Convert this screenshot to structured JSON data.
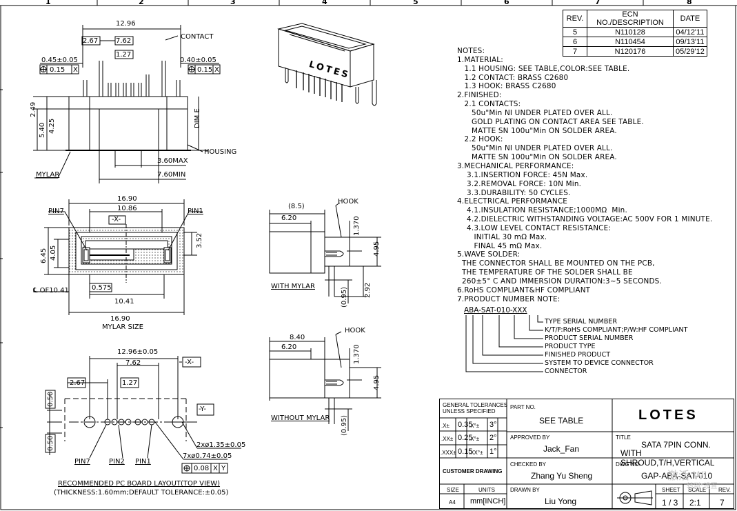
{
  "grid": {
    "columns": [
      "1",
      "2",
      "3",
      "4",
      "5",
      "6",
      "7",
      "8"
    ]
  },
  "revisions": {
    "headers": [
      "REV.",
      "ECN NO./DESCRIPTION",
      "DATE"
    ],
    "rows": [
      {
        "rev": "5",
        "ecn": "N110128",
        "date": "04/12'11"
      },
      {
        "rev": "6",
        "ecn": "N110454",
        "date": "09/13'11"
      },
      {
        "rev": "7",
        "ecn": "N120176",
        "date": "05/29'12"
      }
    ]
  },
  "notes": [
    "NOTES:",
    "1.MATERIAL:",
    "   1.1 HOUSING: SEE TABLE,COLOR:SEE TABLE.",
    "   1.2 CONTACT: BRASS C2680",
    "   1.3 HOOK: BRASS C2680",
    "2.FINISHED:",
    "   2.1 CONTACTS:",
    "      50u\"Min NI UNDER PLATED OVER ALL.",
    "      GOLD PLATING ON CONTACT AREA SEE TABLE.",
    "      MATTE SN 100u\"Min ON SOLDER AREA.",
    "   2.2 HOOK:",
    "      50u\"Min NI UNDER PLATED OVER ALL.",
    "      MATTE SN 100u\"Min ON SOLDER AREA.",
    "3.MECHANICAL PERFORMANCE:",
    "    3.1.INSERTION FORCE: 45N Max.",
    "    3.2.REMOVAL FORCE: 10N Min.",
    "    3.3.DURABILITY: 50 CYCLES.",
    "4.ELECTRICAL PERFORMANCE",
    "    4.1.INSULATION RESISTANCE;1000MΩ  Min.",
    "    4.2.DIELECTRIC WITHSTANDING VOLTAGE:AC 500V FOR 1 MINUTE.",
    "    4.3.LOW LEVEL CONTACT RESISTANCE:",
    "       INITIAL 30 mΩ Max.",
    "       FINAL 45 mΩ Max.",
    "5.WAVE SOLDER:",
    "  THE CONNECTOR SHALL BE MOUNTED ON THE PCB,",
    "  THE TEMPERATURE OF THE SOLDER SHALL BE",
    "  260±5° C AND IMMERSION DURATION:3~5 SECONDS.",
    "6.RoHS COMPLIANT&HF COMPLIANT",
    "7.PRODUCT NUMBER NOTE:"
  ],
  "product_number": {
    "code": "ABA-SAT-010-XXX",
    "legend": [
      "TYPE SERIAL NUMBER",
      "K/T/F:RoHS COMPLIANT;P/W:HF COMPLIANT",
      "PRODUCT SERIAL NUMBER",
      "PRODUCT TYPE",
      "FINISHED PRODUCT",
      "SYSTEM TO DEVICE CONNECTOR",
      "CONNECTOR"
    ]
  },
  "front_view": {
    "dims": [
      "12.96",
      "2.67",
      "7.62",
      "1.27",
      "0.45±0.05",
      "0.40±0.05",
      "0.15",
      "X",
      "0.15",
      "X",
      "2.49",
      "5.40",
      "4.25",
      "3.60MAX",
      "7.60MIN",
      "DIM E"
    ],
    "labels": [
      "CONTACT",
      "HOUSING",
      "MYLAR"
    ]
  },
  "top_view": {
    "dims": [
      "16.90",
      "10.86",
      "-X-",
      "3.52",
      "6.45",
      "4.05",
      "0.575",
      "10.41",
      "16.90",
      "MYLAR SIZE"
    ],
    "labels": [
      "PIN7",
      "PIN1",
      "OF10.41"
    ]
  },
  "pcb_layout": {
    "dims": [
      "12.96±0.05",
      "7.62",
      "2.67",
      "1.27",
      "0.50",
      "0.50",
      "2xø1.35±0.05",
      "7xø0.74±0.05",
      "0.08",
      "X",
      "Y"
    ],
    "labels": [
      "-X-",
      "-Y-",
      "PIN7",
      "PIN2",
      "PIN1"
    ],
    "caption": "RECOMMENDED PC BOARD LAYOUT(TOP VIEW)",
    "caption2": "(THICKNESS:1.60mm;DEFAULT TOLERANCE:±0.05)"
  },
  "side_with_mylar": {
    "dims": [
      "(8.5)",
      "6.20",
      "1.370",
      "4.95",
      "(0.95)",
      "2.92"
    ],
    "labels": [
      "HOOK",
      "WITH MYLAR"
    ]
  },
  "side_without_mylar": {
    "dims": [
      "8.40",
      "6.20",
      "1.370",
      "4.95",
      "(0.95)"
    ],
    "labels": [
      "HOOK",
      "WITHOUT MYLAR"
    ]
  },
  "iso_logo": "LOTES",
  "title_block": {
    "general_tol_1": "GENERAL TOLERANCES",
    "general_tol_2": "UNLESS SPECIFIED",
    "tol_rows": [
      {
        "a": ".X±",
        "b": "0.35",
        "c": ".X°±",
        "d": "3°"
      },
      {
        "a": ".XX±",
        "b": "0.25",
        "c": ".X°±",
        "d": "2°"
      },
      {
        "a": ".XXX±",
        "b": "0.15",
        "c": ".XX°±",
        "d": "1°"
      }
    ],
    "customer_drawing": "CUSTOMER DRAWING",
    "size_label": "SIZE",
    "size": "A4",
    "units_label": "UNITS",
    "units": "mm[INCH]",
    "part_no_label": "PART NO.",
    "part_no": "SEE TABLE",
    "approved_label": "APPROVED BY",
    "approved": "Jack_Fan",
    "checked_label": "CHECKED BY",
    "checked": "Zhang Yu Sheng",
    "drawn_label": "DRAWN BY",
    "drawn": "Liu Yong",
    "logo": "LOTES",
    "title_label": "TITLE",
    "title_1": "SATA 7PIN CONN.",
    "title_2": "WITH SHROUD,T/H,VERTICAL",
    "dwg_label": "DWG NO.",
    "dwg_no": "GAP-ABA-SAT-010",
    "sheet_label": "SHEET",
    "sheet": "1 / 3",
    "scale_label": "SCALE",
    "scale": "2:1",
    "rev_label": "REV.",
    "rev": "7"
  },
  "watermark": {
    "line1": "激活 Wi",
    "line2": "转到\"设置"
  }
}
